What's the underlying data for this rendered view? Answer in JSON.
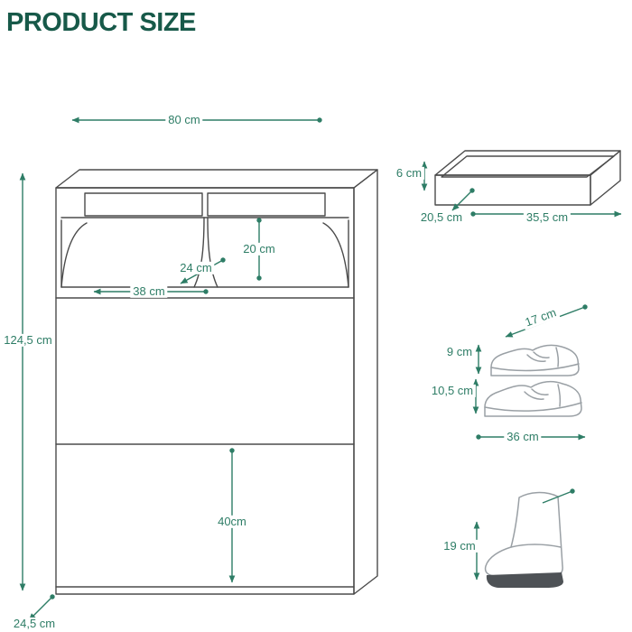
{
  "page": {
    "title": "PRODUCT SIZE"
  },
  "colors": {
    "title": "#175949",
    "accent": "#2e7d66",
    "line": "#4b4b4b",
    "sketch": "#9aa0a5",
    "sole": "#4e5256"
  },
  "cabinet": {
    "overall_width": "80 cm",
    "overall_height": "124,5 cm",
    "shelf_height": "20 cm",
    "shelf_depth": "24 cm",
    "shelf_width": "38 cm",
    "flap_height": "40cm",
    "overall_depth": "24,5 cm"
  },
  "drawer": {
    "height": "6 cm",
    "depth": "20,5 cm",
    "width": "35,5 cm"
  },
  "shoes": {
    "length": "17 cm",
    "upper_height": "9 cm",
    "lower_height": "10,5 cm",
    "width": "36 cm"
  },
  "boot": {
    "height": "19 cm"
  }
}
